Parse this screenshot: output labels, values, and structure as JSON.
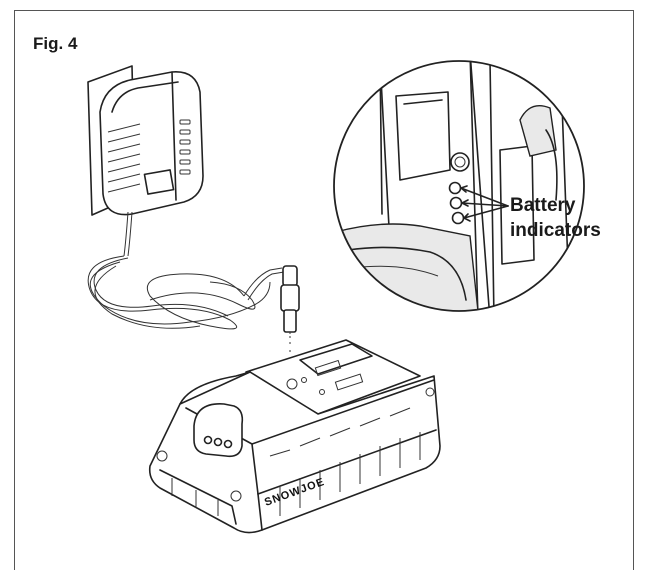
{
  "figure": {
    "label": "Fig. 4"
  },
  "callout": {
    "line1": "Battery",
    "line2": "indicators"
  },
  "battery": {
    "brand": "SNOWJOE"
  }
}
